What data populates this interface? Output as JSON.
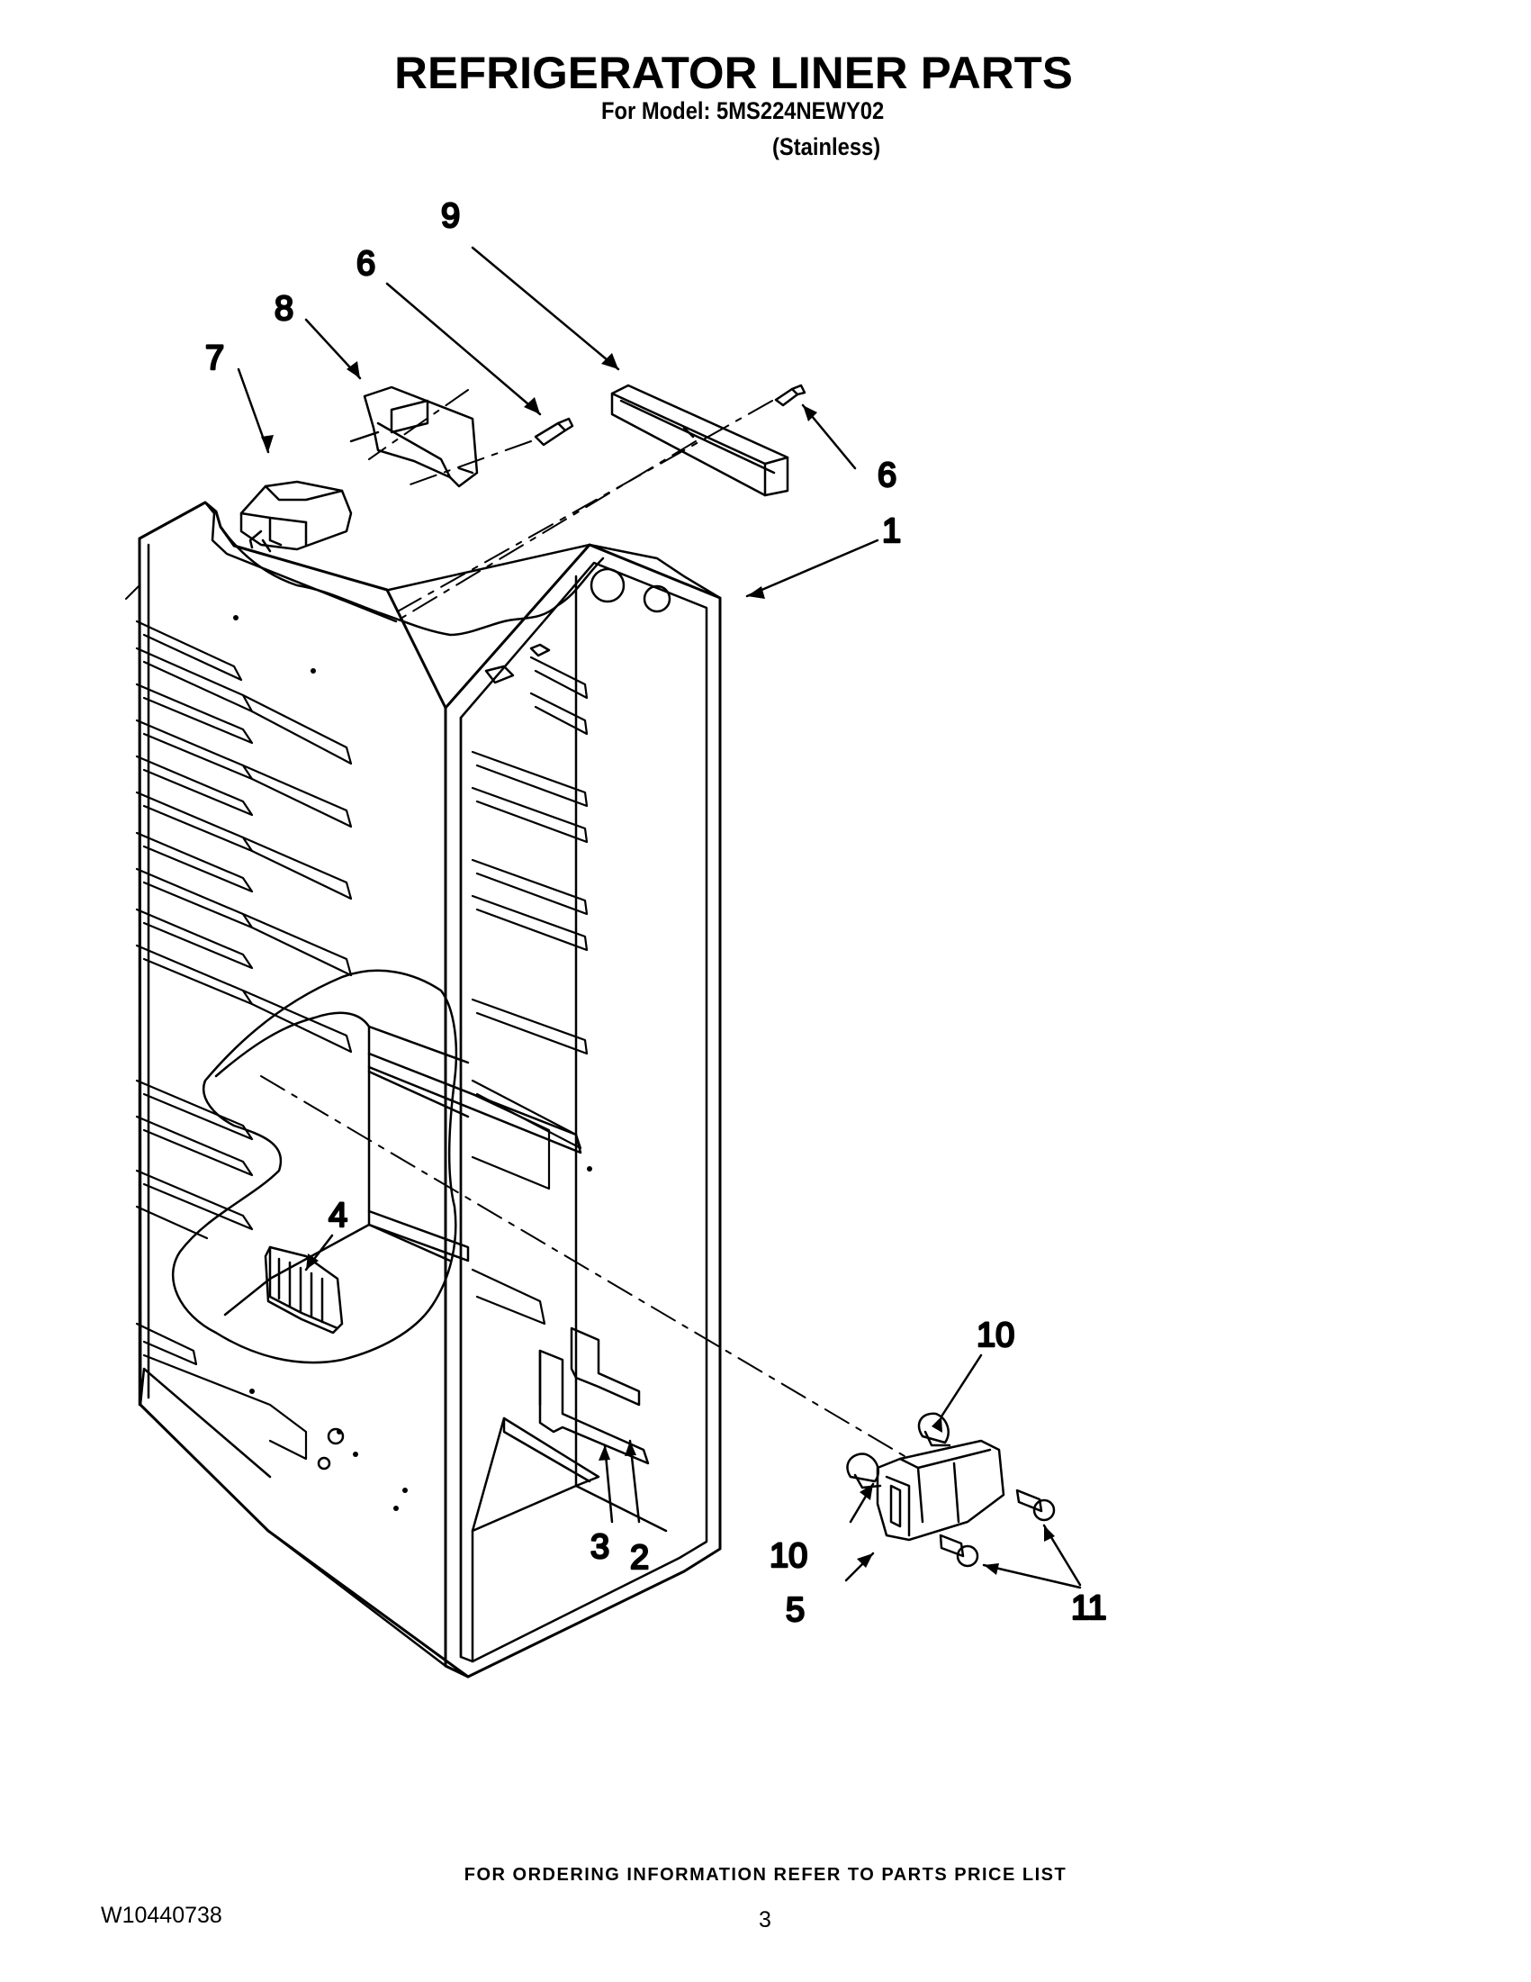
{
  "header": {
    "title": "REFRIGERATOR LINER PARTS",
    "model_line": "For Model: 5MS224NEWY02",
    "variant": "(Stainless)"
  },
  "callouts": {
    "liner": "1",
    "part_2": "2",
    "part_3": "3",
    "part_4": "4",
    "part_5": "5",
    "screw_left": "6",
    "screw_right": "6",
    "part_7": "7",
    "part_8": "8",
    "part_9": "9",
    "part_10_upper": "10",
    "part_10_lower": "10",
    "part_11": "11"
  },
  "footer": {
    "ordering_note": "FOR ORDERING INFORMATION REFER TO PARTS PRICE LIST",
    "doc_number": "W10440738",
    "page_number": "3"
  }
}
